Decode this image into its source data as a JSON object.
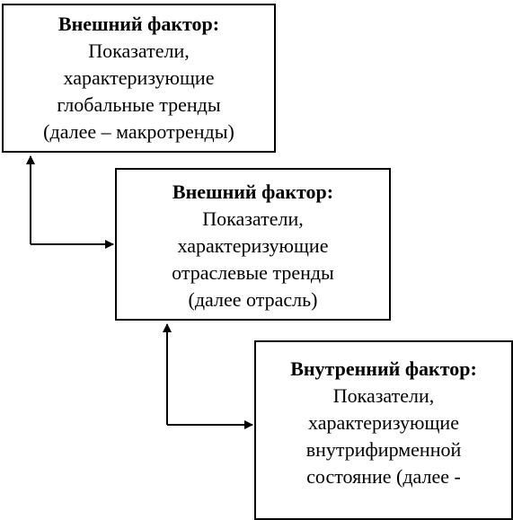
{
  "boxes": [
    {
      "title": "Внешний фактор:",
      "lines": [
        "Показатели,",
        "характеризующие",
        "глобальные тренды",
        "(далее – макротренды)"
      ]
    },
    {
      "title": "Внешний фактор:",
      "lines": [
        "Показатели,",
        "характеризующие",
        "отраслевые тренды",
        "(далее отрасль)"
      ]
    },
    {
      "title": "Внутренний фактор:",
      "lines": [
        "Показатели,",
        "характеризующие",
        "внутрифирменной",
        "состояние (далее -"
      ]
    }
  ]
}
